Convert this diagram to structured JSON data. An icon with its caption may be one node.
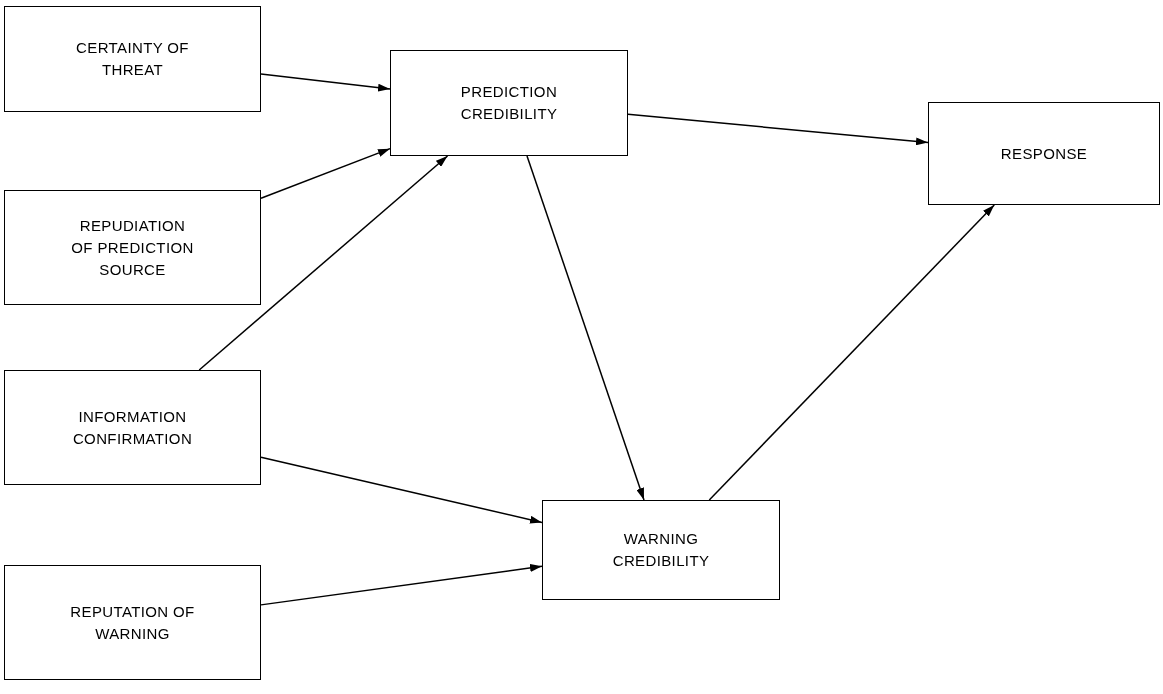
{
  "diagram": {
    "nodes": [
      {
        "text": [
          "CERTAINTY OF THREAT"
        ]
      },
      {
        "text": [
          "REPUDIATION OF PREDICTION SOURCE"
        ]
      },
      {
        "text": [
          "INFORMATION CONFIRMATION"
        ]
      },
      {
        "text": [
          "REPUTATION OF WARNING"
        ]
      },
      {
        "text": [
          "PREDICTION CREDIBILITY"
        ]
      },
      {
        "text": [
          "WARNING CREDIBILITY"
        ]
      },
      {
        "text": [
          "RESPONSE"
        ]
      }
    ],
    "edges": [
      {
        "from": 0,
        "to": 4,
        "arrow": "to"
      },
      {
        "from": 1,
        "to": 4,
        "arrow": "to"
      },
      {
        "from": 2,
        "to": 4,
        "arrow": "to"
      },
      {
        "from": 2,
        "to": 5,
        "arrow": "to"
      },
      {
        "from": 3,
        "to": 5,
        "arrow": "to"
      },
      {
        "from": 4,
        "to": 6,
        "arrow": "to"
      },
      {
        "from": 4,
        "to": 5,
        "arrow": "to"
      },
      {
        "from": 5,
        "to": 6,
        "arrow": "to"
      }
    ]
  }
}
